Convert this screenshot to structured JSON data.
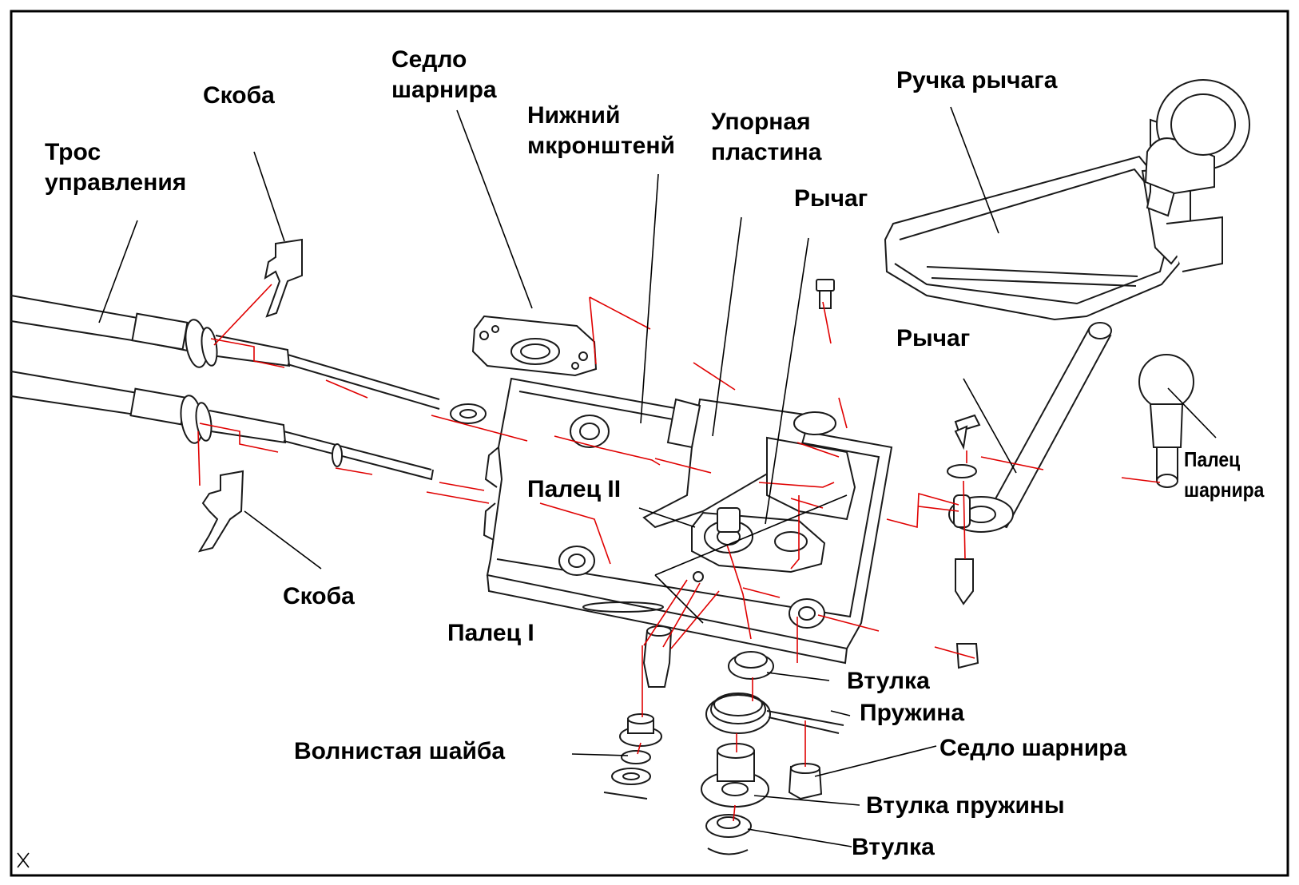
{
  "labels": {
    "sedlo_top": "Седло\nшарнира",
    "skoba_top": "Скоба",
    "tros": "Трос\nуправления",
    "nizhniy": "Нижний\nмкронштенй",
    "upornaya": "Упорная\nпластина",
    "ruchka": "Ручка рычага",
    "rychag_top": "Рычаг",
    "rychag_mid": "Рычаг",
    "palets_sharnira": "Палец\nшарнира",
    "palets_2": "Палец II",
    "skoba_bottom": "Скоба",
    "palets_1": "Палец I",
    "vtulka_1": "Втулка",
    "pruzhina": "Пружина",
    "volnistaya": "Волнистая шайба",
    "sedlo_bottom": "Седло шарнира",
    "vtulka_pruzhiny": "Втулка пружины",
    "vtulka_2": "Втулка"
  },
  "colors": {
    "line": "#1a1a1a",
    "explode_line": "#e00000",
    "frame": "#000000",
    "background": "#ffffff"
  }
}
